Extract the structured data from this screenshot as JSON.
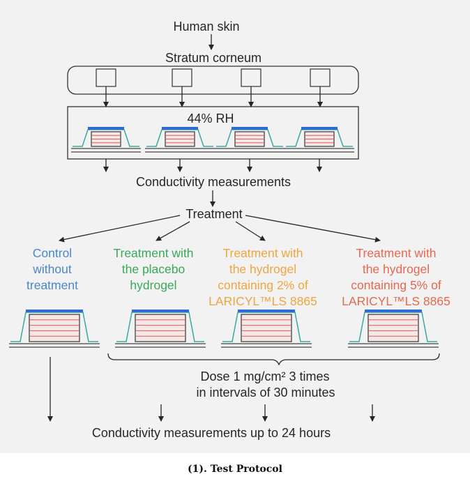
{
  "diagram": {
    "nodes": {
      "human_skin": "Human skin",
      "stratum_corneum": "Stratum corneum",
      "humidity": "44% RH",
      "conductivity_1": "Conductivity measurements",
      "treatment": "Treatment",
      "dose_line1": "Dose 1 mg/cm² 3 times",
      "dose_line2": "in intervals of 30 minutes",
      "conductivity_final": "Conductivity measurements up to 24 hours"
    },
    "groups": [
      {
        "lines": [
          "Control",
          "without",
          "treatment"
        ],
        "color": "#4a86c8"
      },
      {
        "lines": [
          "Treatment with",
          "the placebo",
          "hydrogel"
        ],
        "color": "#3aa85a"
      },
      {
        "lines": [
          "Treatment with",
          "the hydrogel",
          "containing 2% of",
          "LARICYL™LS 8865"
        ],
        "color": "#f0a540"
      },
      {
        "lines": [
          "Treatment with",
          "the hydrogel",
          "containing 5% of",
          "LARICYL™LS 8865"
        ],
        "color": "#e9674f"
      }
    ]
  },
  "caption": "(1). Test Protocol"
}
